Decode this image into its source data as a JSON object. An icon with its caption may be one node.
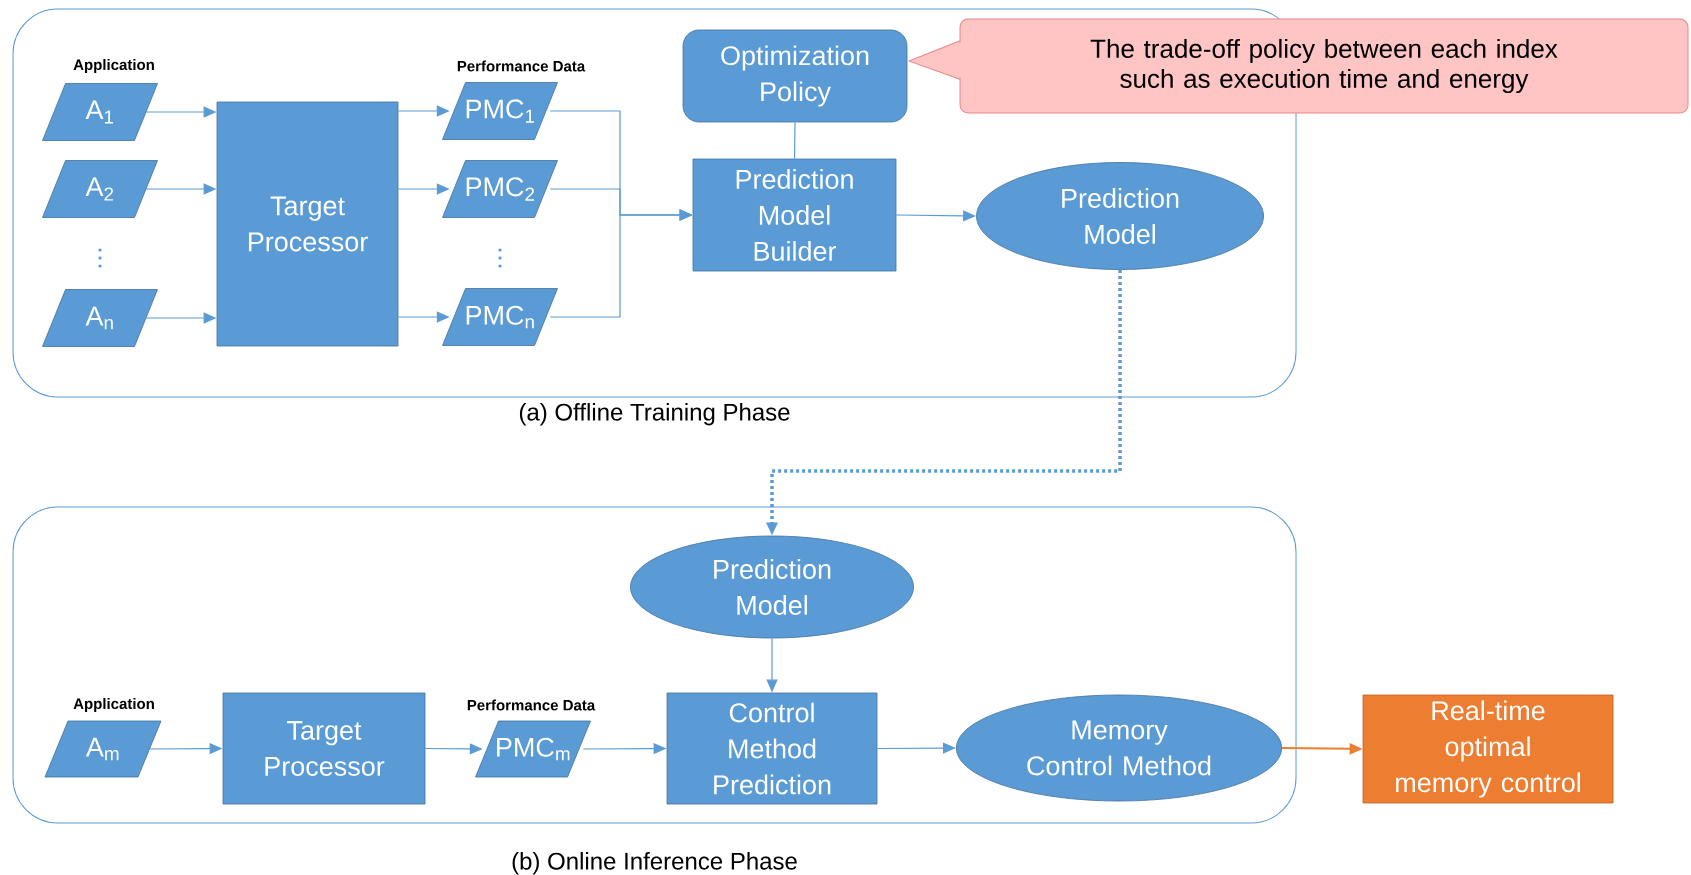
{
  "diagram": {
    "nodes": [
      {
        "text": [
          "(a) Offline Training Phase"
        ]
      },
      {
        "text": [
          "A$_{1}$"
        ],
        "in": 0
      },
      {
        "text": [
          "A$_{2}$"
        ],
        "in": 0
      },
      {
        "text": [
          "A$_{n}$"
        ],
        "in": 0
      },
      {
        "text": [
          "Target Processor"
        ],
        "in": 0
      },
      {
        "text": [
          "PMC$_{1}$"
        ],
        "in": 0
      },
      {
        "text": [
          "PMC$_{2}$"
        ],
        "in": 0
      },
      {
        "text": [
          "PMC$_{n}$"
        ],
        "in": 0
      },
      {
        "text": [
          "Optimization Policy"
        ],
        "in": 0
      },
      {
        "text": [
          "The trade-off policy between each index such as execution time and energy"
        ]
      },
      {
        "text": [
          "Prediction Model Builder"
        ],
        "in": 0
      },
      {
        "text": [
          "Prediction Model"
        ],
        "in": 0
      },
      {
        "text": [
          "(b) Online Inference Phase"
        ]
      },
      {
        "text": [
          "Prediction Model"
        ],
        "in": 12
      },
      {
        "text": [
          "A$_{m}$"
        ],
        "in": 12
      },
      {
        "text": [
          "Target Processor"
        ],
        "in": 12
      },
      {
        "text": [
          "PMC$_{m}$"
        ],
        "in": 12
      },
      {
        "text": [
          "Control Method Prediction"
        ],
        "in": 12
      },
      {
        "text": [
          "Memory Control Method"
        ],
        "in": 12
      },
      {
        "text": [
          "Real-time optimal memory control"
        ]
      }
    ],
    "edges": [
      {
        "from": 1,
        "to": 4,
        "arrow": "to"
      },
      {
        "from": 2,
        "to": 4,
        "arrow": "to"
      },
      {
        "from": 3,
        "to": 4,
        "arrow": "to"
      },
      {
        "from": 4,
        "to": 5,
        "arrow": "to"
      },
      {
        "from": 4,
        "to": 6,
        "arrow": "to"
      },
      {
        "from": 4,
        "to": 7,
        "arrow": "to"
      },
      {
        "from": 5,
        "to": 10,
        "arrow": "to"
      },
      {
        "from": 6,
        "to": 10,
        "arrow": "to"
      },
      {
        "from": 7,
        "to": 10,
        "arrow": "to"
      },
      {
        "from": 8,
        "to": 10,
        "arrow": "none"
      },
      {
        "from": 10,
        "to": 11,
        "arrow": "to"
      },
      {
        "from": 11,
        "to": 13,
        "arrow": "to",
        "style": "dashed"
      },
      {
        "from": 13,
        "to": 17,
        "arrow": "to"
      },
      {
        "from": 14,
        "to": 15,
        "arrow": "to"
      },
      {
        "from": 15,
        "to": 16,
        "arrow": "to"
      },
      {
        "from": 16,
        "to": 17,
        "arrow": "to"
      },
      {
        "from": 17,
        "to": 18,
        "arrow": "to"
      },
      {
        "from": 18,
        "to": 19,
        "arrow": "to",
        "color": "#ed7d31"
      }
    ],
    "labels": [
      "Application",
      "Performance Data",
      "Application",
      "Performance Data"
    ]
  }
}
